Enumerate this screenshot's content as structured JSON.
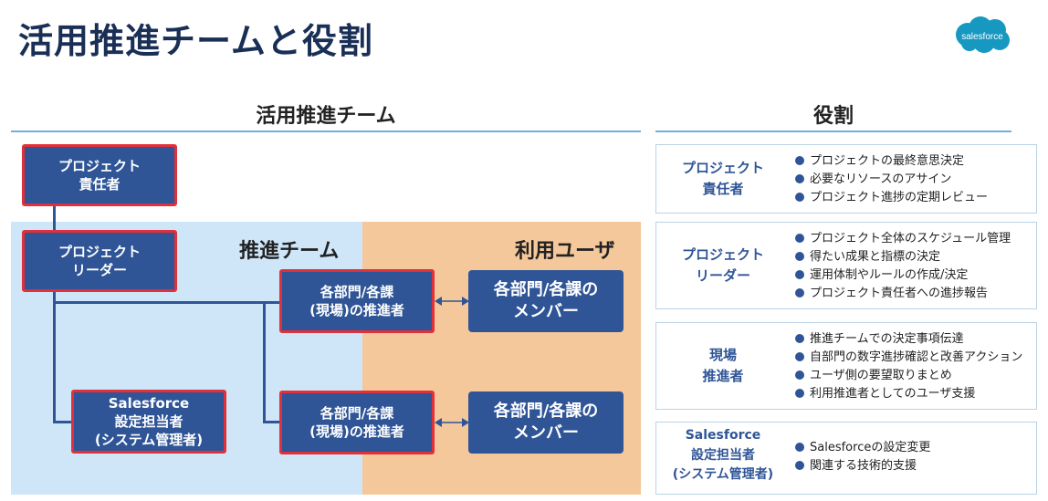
{
  "title": "活用推進チームと役割",
  "logo": {
    "text": "salesforce",
    "color": "#1798c1"
  },
  "left_header": "活用推進チーム",
  "right_header": "役割",
  "zones": {
    "promotion_team": "推進チーム",
    "user": "利用ユーザ"
  },
  "boxes": {
    "project_owner": "プロジェクト\n責任者",
    "project_leader": "プロジェクト\nリーダー",
    "promoter_1": "各部門/各課\n(現場)の推進者",
    "promoter_2": "各部門/各課\n(現場)の推進者",
    "member_1": "各部門/各課の\nメンバー",
    "member_2": "各部門/各課の\nメンバー",
    "sf_admin": "Salesforce\n設定担当者\n(システム管理者)"
  },
  "roles": [
    {
      "name": "プロジェクト\n責任者",
      "items": [
        "プロジェクトの最終意思決定",
        "必要なリソースのアサイン",
        "プロジェクト進捗の定期レビュー"
      ]
    },
    {
      "name": "プロジェクト\nリーダー",
      "items": [
        "プロジェクト全体のスケジュール管理",
        "得たい成果と指標の決定",
        "運用体制やルールの作成/決定",
        "プロジェクト責任者への進捗報告"
      ]
    },
    {
      "name": "現場\n推進者",
      "items": [
        "推進チームでの決定事項伝達",
        "自部門の数字進捗確認と改善アクション",
        "ユーザ側の要望取りまとめ",
        "利用推進者としてのユーザ支援"
      ]
    },
    {
      "name": "Salesforce\n設定担当者\n(システム管理者)",
      "items": [
        "Salesforceの設定変更",
        "関連する技術的支援"
      ]
    }
  ],
  "colors": {
    "primary": "#2f5597",
    "accent_border": "#e0303a",
    "team_zone": "#cfe6f8",
    "user_zone": "#f4c89b"
  }
}
